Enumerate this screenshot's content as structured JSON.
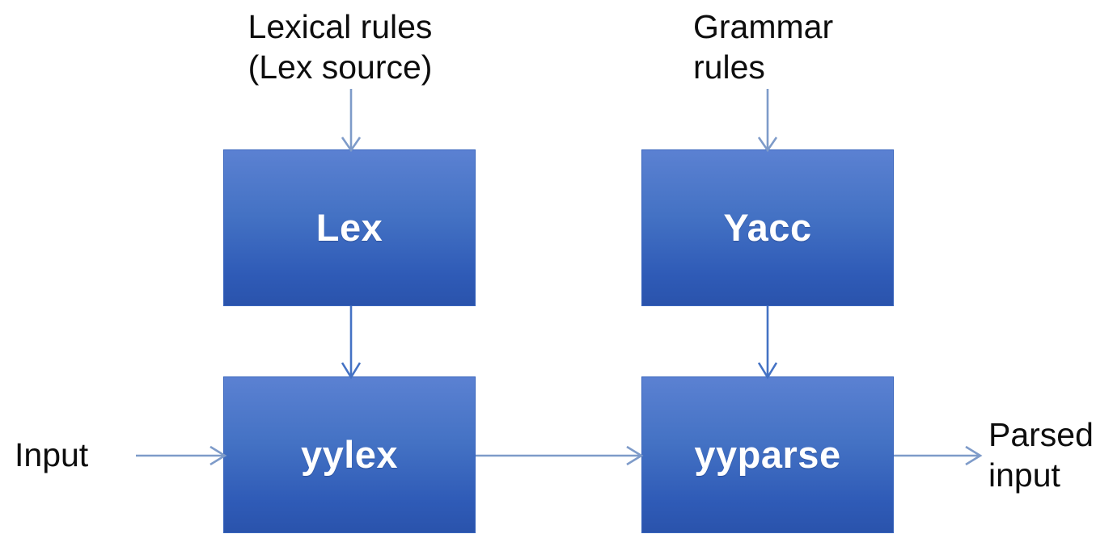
{
  "diagram": {
    "title": "Lex and Yacc compiler toolchain dataflow",
    "background_color": "#ffffff",
    "box_gradient_top": "#5B81D2",
    "box_gradient_bottom": "#2A53AC",
    "box_text_color": "#ffffff",
    "arrow_color": "#7E9BC9",
    "label_text_color": "#0d0d0d"
  },
  "labels": {
    "lexical_rules": "Lexical rules\n(Lex source)",
    "grammar_rules": "Grammar\nrules",
    "input": "Input",
    "parsed_input": "Parsed\ninput"
  },
  "boxes": {
    "lex": "Lex",
    "yacc": "Yacc",
    "yylex": "yylex",
    "yyparse": "yyparse"
  },
  "arrows": [
    {
      "name": "lexical-rules-to-lex",
      "from": "Lexical rules (Lex source)",
      "to": "Lex",
      "direction": "down"
    },
    {
      "name": "grammar-rules-to-yacc",
      "from": "Grammar rules",
      "to": "Yacc",
      "direction": "down"
    },
    {
      "name": "lex-to-yylex",
      "from": "Lex",
      "to": "yylex",
      "direction": "down"
    },
    {
      "name": "yacc-to-yyparse",
      "from": "Yacc",
      "to": "yyparse",
      "direction": "down"
    },
    {
      "name": "input-to-yylex",
      "from": "Input",
      "to": "yylex",
      "direction": "right"
    },
    {
      "name": "yylex-to-yyparse",
      "from": "yylex",
      "to": "yyparse",
      "direction": "right"
    },
    {
      "name": "yyparse-to-parsed-input",
      "from": "yyparse",
      "to": "Parsed input",
      "direction": "right"
    }
  ]
}
